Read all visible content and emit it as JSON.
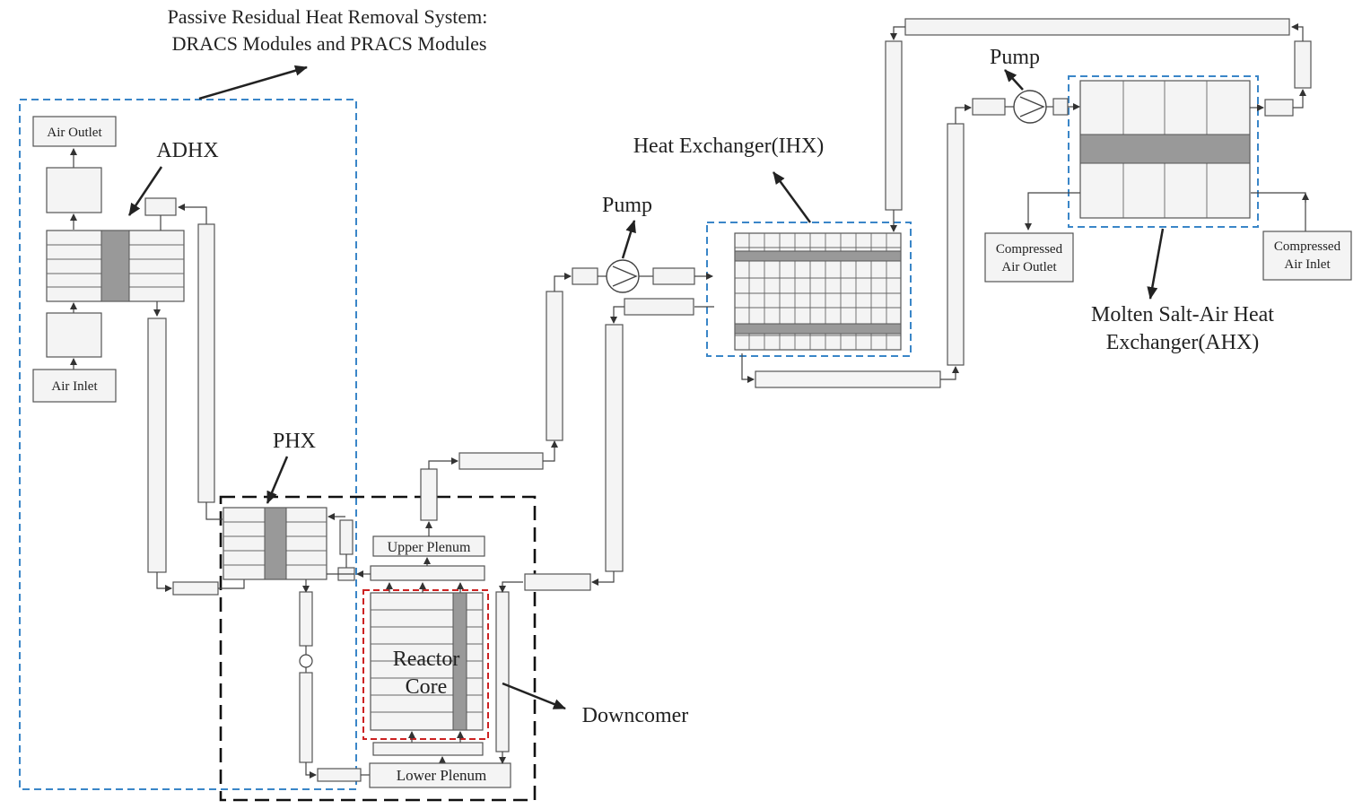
{
  "title_lines": [
    "Passive Residual Heat Removal System:",
    "DRACS Modules and PRACS Modules"
  ],
  "components": {
    "air_outlet": "Air Outlet",
    "air_inlet": "Air Inlet",
    "adhx": "ADHX",
    "phx": "PHX",
    "upper_plenum": "Upper Plenum",
    "lower_plenum": "Lower Plenum",
    "reactor_core_lines": [
      "Reactor",
      "Core"
    ],
    "downcomer": "Downcomer",
    "pump_primary": "Pump",
    "ihx": "Heat Exchanger(IHX)",
    "pump_secondary": "Pump",
    "compressed_air_outlet_lines": [
      "Compressed",
      "Air Outlet"
    ],
    "compressed_air_inlet_lines": [
      "Compressed",
      "Air Inlet"
    ],
    "ahx_lines": [
      "Molten Salt-Air Heat",
      "Exchanger(AHX)"
    ]
  },
  "colors": {
    "dracs_boundary": "#3a86c8",
    "primary_boundary": "#111111",
    "core_boundary": "#cc2222",
    "ihx_boundary": "#3a86c8",
    "ahx_boundary": "#3a86c8",
    "absorber": "#999999"
  }
}
